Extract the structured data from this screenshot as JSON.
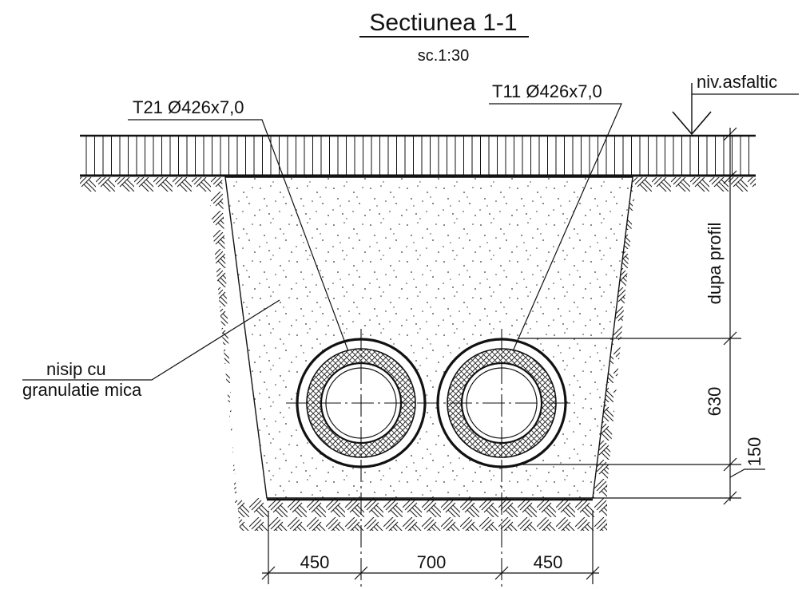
{
  "title": "Sectiunea 1-1",
  "scale": "sc.1:30",
  "pipes": {
    "left_label": "T21 Ø426x7,0",
    "right_label": "T11 Ø426x7,0"
  },
  "asphalt_level": "niv.asfaltic",
  "depth_note": "dupa profil",
  "fill_material": {
    "line1": "nisip cu",
    "line2": "granulatie mica"
  },
  "dimensions": {
    "horizontal": [
      "450",
      "700",
      "450"
    ],
    "vertical_pipe_zone": "630",
    "vertical_bedding": "150"
  },
  "colors": {
    "ink": "#111111",
    "background": "#ffffff"
  }
}
